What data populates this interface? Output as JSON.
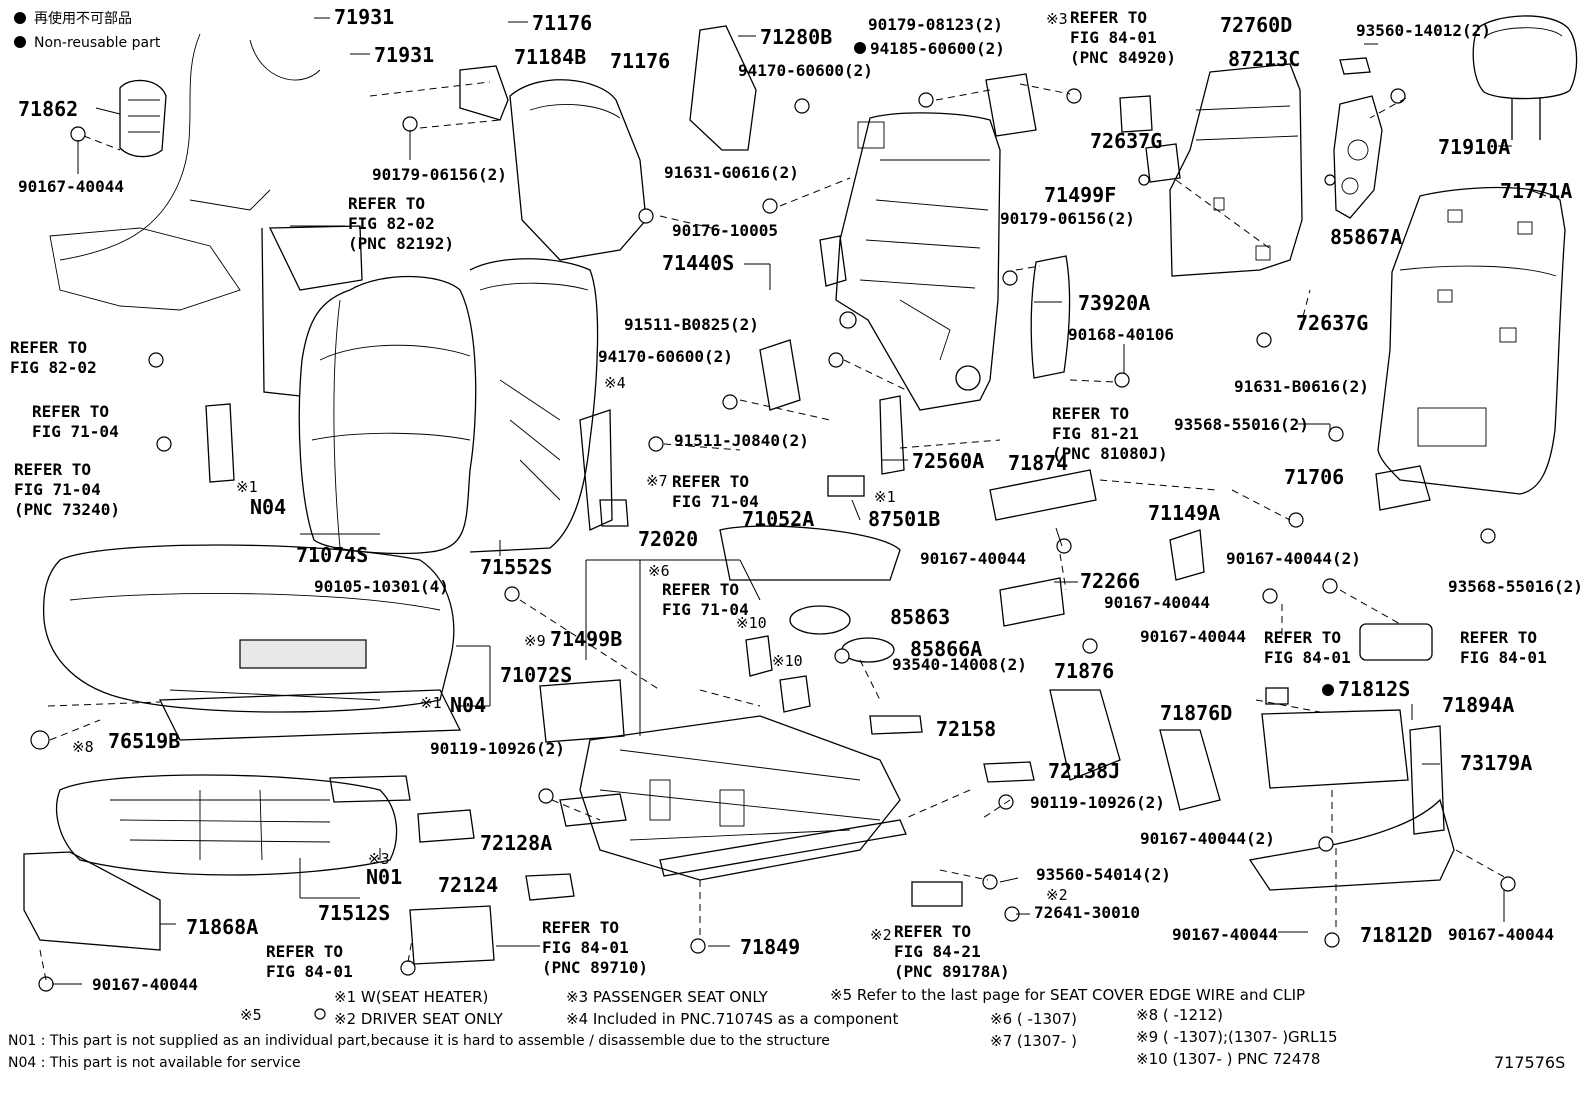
{
  "legend": {
    "line1": "再使用不可部品",
    "line2": "Non-reusable part"
  },
  "labels": {
    "p71931a": "71931",
    "p71931b": "71931",
    "p71176a": "71176",
    "p71184b": "71184B",
    "p71176b": "71176",
    "p71280b": "71280B",
    "p94170a": "94170-60600(2)",
    "p90179_08123": "90179-08123(2)",
    "p94185": "94185-60600(2)",
    "p72760d": "72760D",
    "p87213c": "87213C",
    "p93560_14012": "93560-14012(2)",
    "p71862": "71862",
    "p90167_a": "90167-40044",
    "p90179_06156a": "90179-06156(2)",
    "p91631_g": "91631-G0616(2)",
    "p72637g_a": "72637G",
    "p71910a": "71910A",
    "p71499f": "71499F",
    "p90176": "90176-10005",
    "p90179_06156b": "90179-06156(2)",
    "p85867a": "85867A",
    "p71771a": "71771A",
    "p71440s": "71440S",
    "p73920a": "73920A",
    "p72637g_b": "72637G",
    "p91511_b": "91511-B0825(2)",
    "p90168": "90168-40106",
    "p91631_b": "91631-B0616(2)",
    "p94170b": "94170-60600(2)",
    "p93568_a": "93568-55016(2)",
    "p91511_j": "91511-J0840(2)",
    "p72560a": "72560A",
    "p71874": "71874",
    "p71706": "71706",
    "p87501b": "87501B",
    "p71074s": "71074S",
    "p71552s": "71552S",
    "p72020": "72020",
    "p71052a": "71052A",
    "p71149a": "71149A",
    "p90167_b": "90167-40044",
    "p90167_c": "90167-40044(2)",
    "p93568_b": "93568-55016(2)",
    "p90105": "90105-10301(4)",
    "p72266": "72266",
    "p90167_d": "90167-40044",
    "p85863": "85863",
    "p90167_e": "90167-40044",
    "p71499b": "71499B",
    "p85866a": "85866A",
    "p71072s": "71072S",
    "p93540": "93540-14008(2)",
    "p71876": "71876",
    "p71812s": "71812S",
    "p71894a": "71894A",
    "n04b": "N04",
    "p76519b": "76519B",
    "p72158": "72158",
    "p71876d": "71876D",
    "p90119_a": "90119-10926(2)",
    "p72138j": "72138J",
    "p73179a": "73179A",
    "p90119_b": "90119-10926(2)",
    "p72128a": "72128A",
    "p90167_f": "90167-40044(2)",
    "n01": "N01",
    "p93560_54014": "93560-54014(2)",
    "p72124": "72124",
    "p71512s": "71512S",
    "p72641": "72641-30010",
    "p71868a": "71868A",
    "p90167_g": "90167-40044",
    "p71812d": "71812D",
    "p90167_h": "90167-40044",
    "p71849": "71849",
    "p90167_i": "90167-40044",
    "n04a": "N04",
    "diagram_id": "717576S"
  },
  "marks": {
    "m3a": "※3",
    "m1a": "※1",
    "m4": "※4",
    "m7": "※7",
    "m1b": "※1",
    "m6": "※6",
    "m9": "※9",
    "m10a": "※10",
    "m10b": "※10",
    "m1c": "※1",
    "m8": "※8",
    "m3b": "※3",
    "m2a": "※2",
    "m2b": "※2",
    "m5": "※5"
  },
  "refs": {
    "r_84_01_a": "REFER TO\nFIG 84-01\n(PNC 84920)",
    "r_82_02_a": "REFER TO\nFIG 82-02\n(PNC 82192)",
    "r_82_02_b": "REFER TO\nFIG 82-02",
    "r_71_04_a": "REFER TO\nFIG 71-04",
    "r_71_04_b": "REFER TO\nFIG 71-04\n(PNC 73240)",
    "r_81_21": "REFER TO\nFIG 81-21\n(PNC 81080J)",
    "r_71_04_c": "REFER TO\nFIG 71-04",
    "r_71_04_d": "REFER TO\nFIG 71-04",
    "r_84_01_b": "REFER TO\nFIG 84-01",
    "r_84_01_c": "REFER TO\nFIG 84-01",
    "r_84_01_d": "REFER TO\nFIG 84-01\n(PNC 89710)",
    "r_84_21": "REFER TO\nFIG 84-21\n(PNC 89178A)",
    "r_84_01_e": "REFER TO\nFIG 84-01"
  },
  "notes": {
    "n1": "※1  W(SEAT HEATER)",
    "n2": "※2  DRIVER SEAT ONLY",
    "n3": "※3  PASSENGER SEAT ONLY",
    "n4": "※4 Included in PNC.71074S as a component",
    "n5": "※5 Refer to the last page for SEAT COVER EDGE WIRE and CLIP",
    "n6": "※6 (     -1307)",
    "n7": "※7 (1307-     )",
    "n8": "※8 (     -1212)",
    "n9": "※9 (     -1307);(1307-     )GRL15",
    "n10": "※10 (1307-     ) PNC 72478",
    "n01_note": "N01 : This part is not supplied as an individual part,because it is hard to assemble / disassemble due to the structure",
    "n04_note": "N04 : This part is not available for service"
  }
}
